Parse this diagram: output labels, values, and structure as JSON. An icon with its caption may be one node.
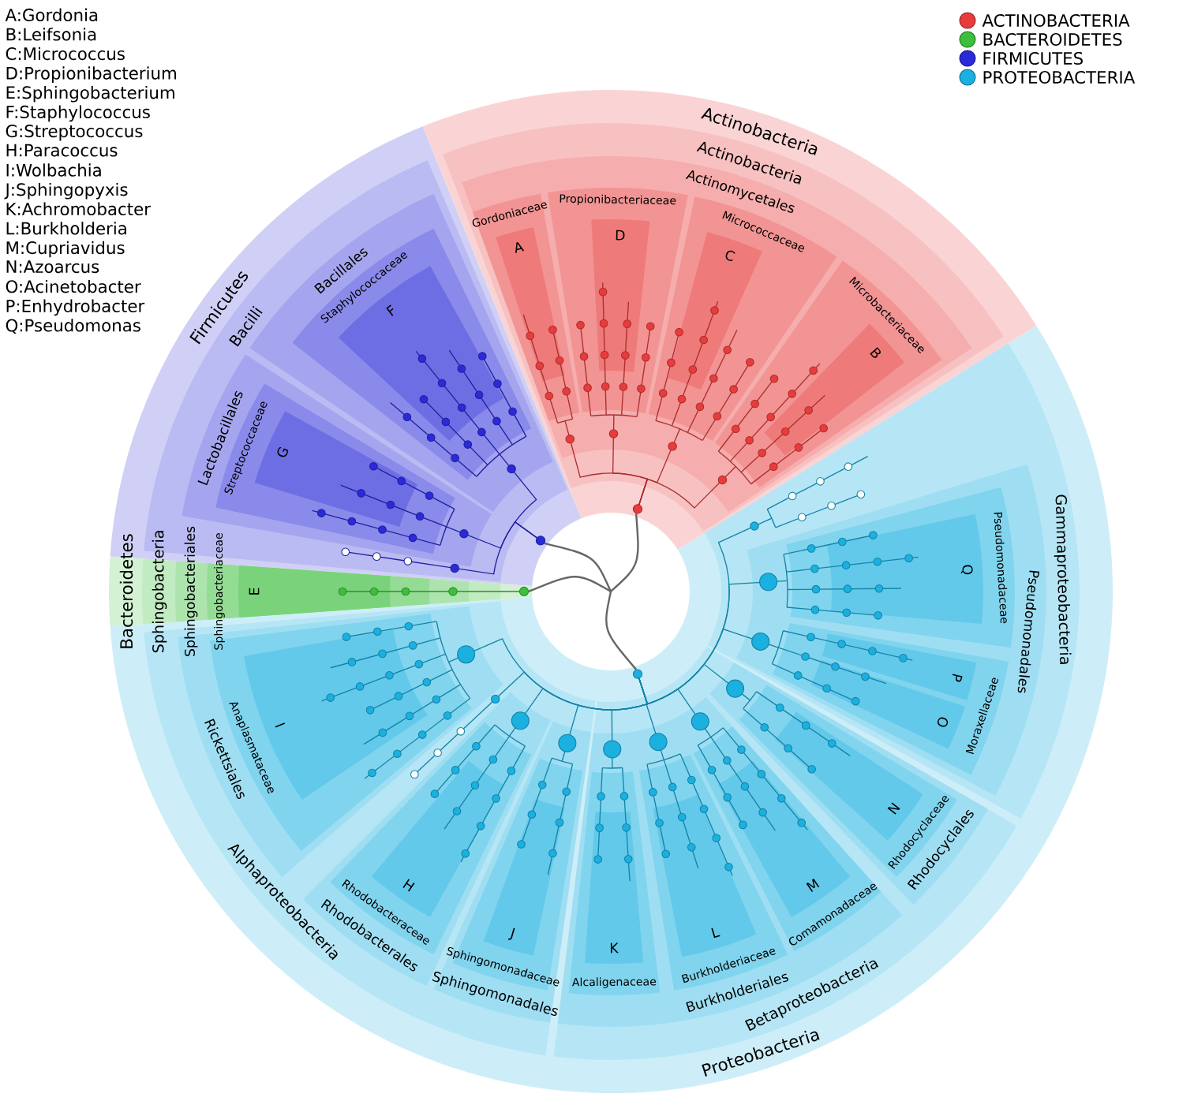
{
  "diagram": {
    "nodes": [
      {
        "text": [
          "Actinobacteria"
        ]
      },
      {
        "text": [
          "Actinobacteria"
        ],
        "in": 0
      },
      {
        "text": [
          "Actinomycetales"
        ],
        "in": 1
      },
      {
        "text": [
          "Gordoniaceae"
        ],
        "in": 2
      },
      {
        "text": [
          "A"
        ],
        "in": 3
      },
      {
        "text": [
          "Propionibacteriaceae"
        ],
        "in": 2
      },
      {
        "text": [
          "D"
        ],
        "in": 5
      },
      {
        "text": [
          "Micrococcaceae"
        ],
        "in": 2
      },
      {
        "text": [
          "C"
        ],
        "in": 7
      },
      {
        "text": [
          "Microbacteriaceae"
        ],
        "in": 2
      },
      {
        "text": [
          "B"
        ],
        "in": 9
      },
      {
        "text": [
          "Bacteroidetes"
        ]
      },
      {
        "text": [
          "Sphingobacteria"
        ],
        "in": 11
      },
      {
        "text": [
          "Sphingobacteriales"
        ],
        "in": 12
      },
      {
        "text": [
          "Sphingobacteriaceae"
        ],
        "in": 13
      },
      {
        "text": [
          "E"
        ],
        "in": 14
      },
      {
        "text": [
          "Firmicutes"
        ]
      },
      {
        "text": [
          "Bacilli"
        ],
        "in": 16
      },
      {
        "text": [
          "Bacillales"
        ],
        "in": 17
      },
      {
        "text": [
          "Staphylococcaceae"
        ],
        "in": 18
      },
      {
        "text": [
          "F"
        ],
        "in": 19
      },
      {
        "text": [
          "Lactobacillales"
        ],
        "in": 17
      },
      {
        "text": [
          "Streptococcaceae"
        ],
        "in": 21
      },
      {
        "text": [
          "G"
        ],
        "in": 22
      },
      {
        "text": [
          "Proteobacteria"
        ]
      },
      {
        "text": [
          "Alphaproteobacteria"
        ],
        "in": 24
      },
      {
        "text": [
          "Rickettsiales"
        ],
        "in": 25
      },
      {
        "text": [
          "Anaplasmataceae"
        ],
        "in": 26
      },
      {
        "text": [
          "I"
        ],
        "in": 27
      },
      {
        "text": [
          "Rhodobacterales"
        ],
        "in": 25
      },
      {
        "text": [
          "Rhodobacteraceae"
        ],
        "in": 29
      },
      {
        "text": [
          "H"
        ],
        "in": 30
      },
      {
        "text": [
          "Sphingomonadales"
        ],
        "in": 25
      },
      {
        "text": [
          "Sphingomonadaceae"
        ],
        "in": 32
      },
      {
        "text": [
          "J"
        ],
        "in": 33
      },
      {
        "text": [
          "Betaproteobacteria"
        ],
        "in": 24
      },
      {
        "text": [
          "Burkholderiales"
        ],
        "in": 35
      },
      {
        "text": [
          "Alcaligenaceae"
        ],
        "in": 36
      },
      {
        "text": [
          "K"
        ],
        "in": 37
      },
      {
        "text": [
          "Burkholderiaceae"
        ],
        "in": 36
      },
      {
        "text": [
          "L"
        ],
        "in": 39
      },
      {
        "text": [
          "Comamonadaceae"
        ],
        "in": 36
      },
      {
        "text": [
          "M"
        ],
        "in": 41
      },
      {
        "text": [
          "Rhodocyclales"
        ],
        "in": 35
      },
      {
        "text": [
          "Rhodocyclaceae"
        ],
        "in": 43
      },
      {
        "text": [
          "N"
        ],
        "in": 44
      },
      {
        "text": [
          "Gammaproteobacteria"
        ],
        "in": 24
      },
      {
        "text": [
          "Pseudomonadales"
        ],
        "in": 46
      },
      {
        "text": [
          "Moraxellaceae"
        ],
        "in": 47
      },
      {
        "text": [
          "O"
        ],
        "in": 48
      },
      {
        "text": [
          "P"
        ],
        "in": 48
      },
      {
        "text": [
          "Pseudomonadaceae"
        ],
        "in": 47
      },
      {
        "text": [
          "Q"
        ],
        "in": 51
      }
    ],
    "labels": [
      "A:Gordonia",
      "B:Leifsonia",
      "C:Micrococcus",
      "D:Propionibacterium",
      "E:Sphingobacterium",
      "F:Staphylococcus",
      "G:Streptococcus",
      "H:Paracoccus",
      "I:Wolbachia",
      "J:Sphingopyxis",
      "K:Achromobacter",
      "L:Burkholderia",
      "M:Cupriavidus",
      "N:Azoarcus",
      "O:Acinetobacter",
      "P:Enhydrobacter",
      "Q:Pseudomonas"
    ],
    "legend": [
      {
        "text": "ACTINOBACTERIA",
        "color": "#e83c3c"
      },
      {
        "text": "BACTEROIDETES",
        "color": "#3cbf3c"
      },
      {
        "text": "FIRMICUTES",
        "color": "#2a2ad8"
      },
      {
        "text": "PROTEOBACTERIA",
        "color": "#1ab0e0"
      }
    ]
  }
}
